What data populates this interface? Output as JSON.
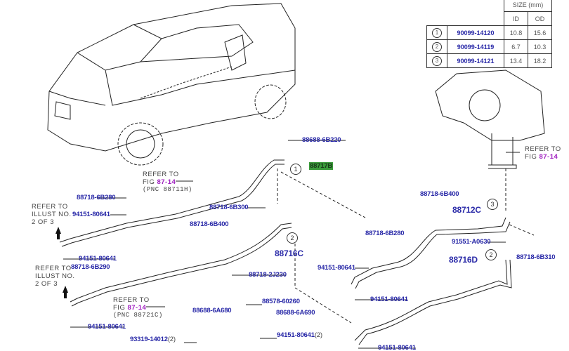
{
  "size_table": {
    "header": "SIZE (mm)",
    "col_id": "ID",
    "col_od": "OD",
    "rows": [
      {
        "ref": "1",
        "part": "90099-14120",
        "id": "10.8",
        "od": "15.6"
      },
      {
        "ref": "2",
        "part": "90099-14119",
        "id": "6.7",
        "od": "10.3"
      },
      {
        "ref": "3",
        "part": "90099-14121",
        "id": "13.4",
        "od": "18.2"
      }
    ]
  },
  "notes": {
    "refer_to": "REFER TO",
    "fig": "FIG",
    "fig_num": "87-14",
    "pnc_88711h": "(PNC 88711H)",
    "pnc_88721c": "(PNC 88721C)",
    "illust_no": "ILLUST NO.",
    "two_of_three": "2 OF 3"
  },
  "callouts": {
    "c1": "1",
    "c2": "2",
    "c3": "3"
  },
  "parts": {
    "p88688_6b220": "88688-6B220",
    "p88717b": "88717B",
    "p88718_6b280_a": "88718-6B280",
    "p94151_a": "94151-80641",
    "p88718_6b300": "88718-6B300",
    "p88718_6b400_a": "88718-6B400",
    "p94151_b": "94151-80641",
    "p88718_6b290": "88718-6B290",
    "p88716c": "88716C",
    "p88718_2j230": "88718-2J230",
    "p88578_60260": "88578-60260",
    "p88688_6a680": "88688-6A680",
    "p88688_6a690": "88688-6A690",
    "p94151_c": "94151-80641",
    "p93319": "93319-14012",
    "p93319_qty": "(2)",
    "p94151_d": "94151-80641",
    "p94151_d_qty": "(2)",
    "p88718_6b400_b": "88718-6B400",
    "p88712c": "88712C",
    "p88718_6b280_b": "88718-6B280",
    "p91551": "91551-A0630",
    "p94151_e": "94151-80641",
    "p88716d": "88716D",
    "p88718_6b310": "88718-6B310",
    "p94151_f": "94151-80641",
    "p94151_g": "94151-80641"
  },
  "colors": {
    "part_number": "#2a2aa8",
    "fig_ref": "#a020c0",
    "highlight": "#3a9a3a"
  }
}
